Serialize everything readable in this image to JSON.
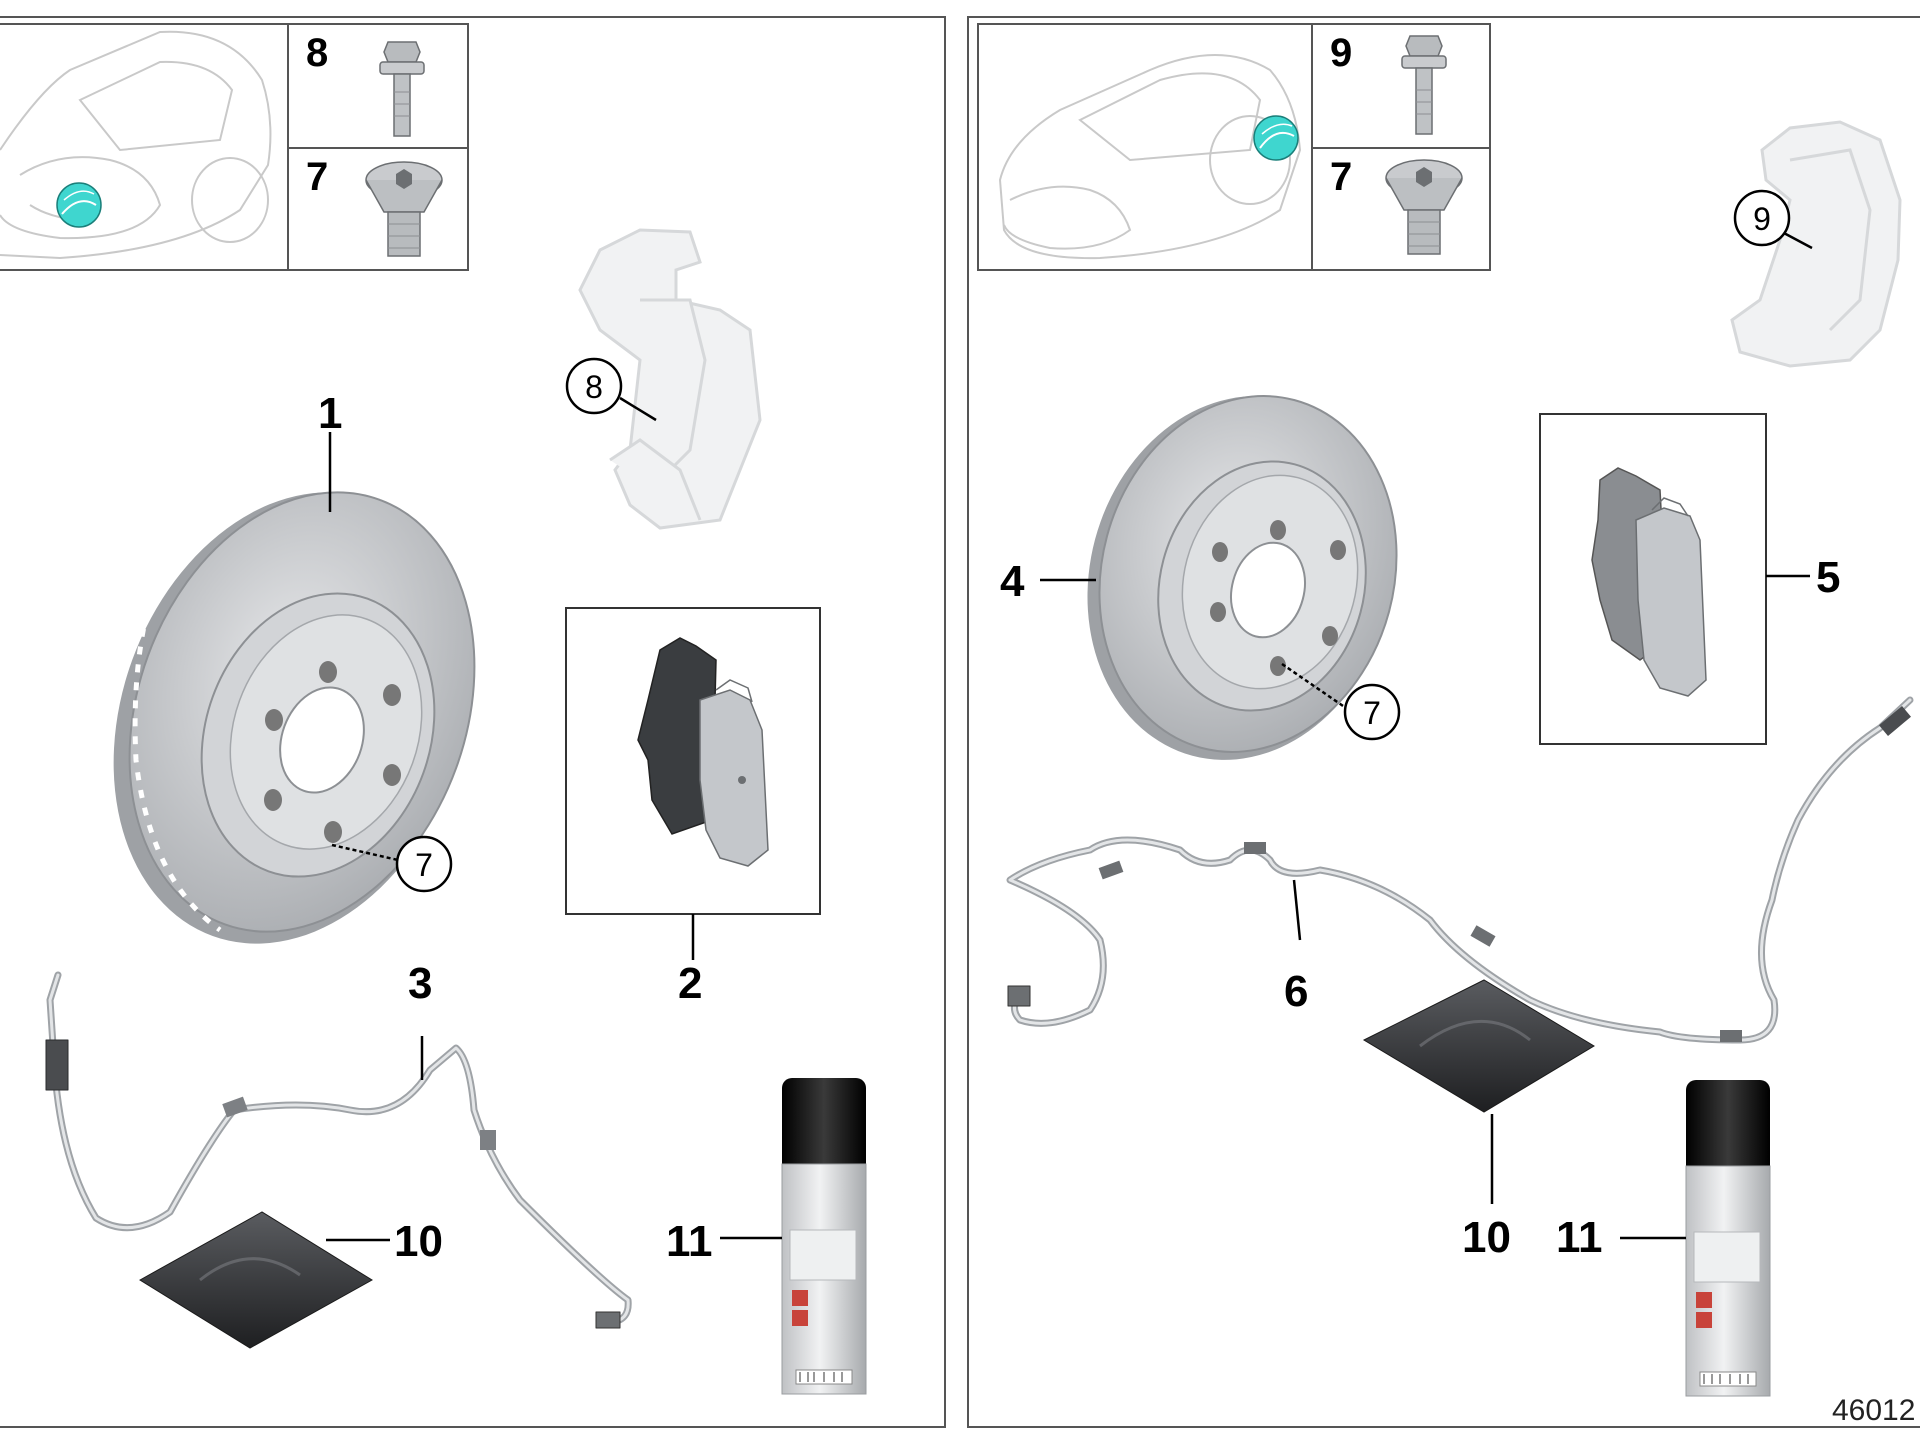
{
  "diagram_number": "46012",
  "colors": {
    "frame": "#555555",
    "highlight": "#3fd6cf",
    "disc": "#c4c7cb",
    "pad": "#3a3d40",
    "sensor": "#b9bcbf",
    "spray_cap": "#0b0b0b",
    "spray_body": "#d6d8da"
  },
  "front": {
    "inset": {
      "part_a": "8",
      "part_b": "7"
    },
    "labels": {
      "disc": "1",
      "pads": "2",
      "sensor": "3",
      "bracket": "8",
      "disc_bolt": "7",
      "grease": "10",
      "spray": "11"
    }
  },
  "rear": {
    "inset": {
      "part_a": "9",
      "part_b": "7"
    },
    "labels": {
      "disc": "4",
      "pads": "5",
      "sensor": "6",
      "bracket": "9",
      "disc_bolt": "7",
      "grease": "10",
      "spray": "11"
    }
  }
}
